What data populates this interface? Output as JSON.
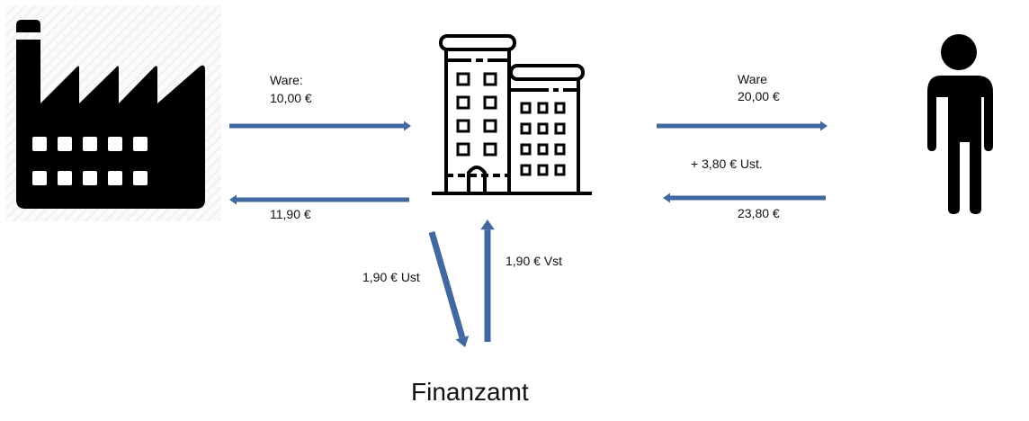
{
  "colors": {
    "arrow": "#41699f",
    "icon": "#000000"
  },
  "nodes": {
    "factory": {
      "icon": "factory-icon"
    },
    "company": {
      "icon": "office-building-icon"
    },
    "consumer": {
      "icon": "person-icon"
    },
    "tax_office": {
      "label": "Finanzamt"
    }
  },
  "labels": {
    "ware_to_company_title": "Ware:",
    "ware_to_company_amount": "10,00 €",
    "payment_to_factory": "11,90 €",
    "ware_to_consumer_title": "Ware",
    "ware_to_consumer_amount": "20,00 €",
    "consumer_tax_note": "+ 3,80 € Ust.",
    "payment_from_consumer": "23,80 €",
    "ust_to_tax_office": "1,90 € Ust",
    "vst_from_tax_office": "1,90 € Vst"
  }
}
